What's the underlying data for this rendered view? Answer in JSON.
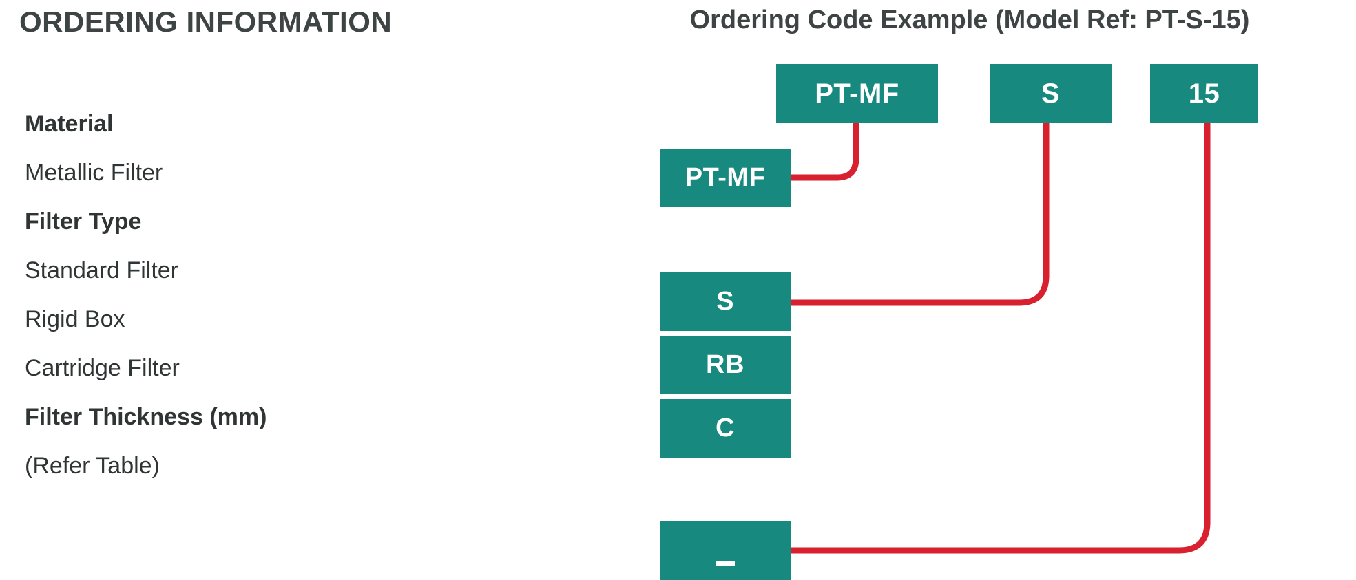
{
  "page": {
    "background_color": "#ffffff",
    "teal_color": "#17897F",
    "red_color": "#D9202F",
    "text_color": "#2F3434"
  },
  "left_panel": {
    "section_title": "ORDERING INFORMATION",
    "groups": [
      {
        "heading": "Material",
        "items": [
          "Metallic Filter"
        ]
      },
      {
        "heading": "Filter Type",
        "items": [
          "Standard  Filter",
          "Rigid Box",
          "Cartridge Filter"
        ]
      },
      {
        "heading": "Filter Thickness (mm)",
        "items": [
          "(Refer Table)"
        ]
      }
    ],
    "rows": [
      {
        "label": "Material",
        "kind": "head"
      },
      {
        "label": "Metallic Filter",
        "kind": "item"
      },
      {
        "label": "Filter Type",
        "kind": "head"
      },
      {
        "label": "Standard  Filter",
        "kind": "item"
      },
      {
        "label": "Rigid Box",
        "kind": "item"
      },
      {
        "label": "Cartridge Filter",
        "kind": "item"
      },
      {
        "label": "Filter Thickness (mm)",
        "kind": "head"
      },
      {
        "label": "(Refer Table)",
        "kind": "item"
      }
    ]
  },
  "right_panel": {
    "title": "Ordering Code Example (Model  Ref: PT-S-15)",
    "code_segments": [
      {
        "id": "material",
        "label": "PT-MF"
      },
      {
        "id": "type",
        "label": "S"
      },
      {
        "id": "thickness",
        "label": "15"
      }
    ],
    "option_boxes": [
      {
        "id": "ptmf",
        "label": "PT-MF",
        "group": "material"
      },
      {
        "id": "s",
        "label": "S",
        "group": "filter-type"
      },
      {
        "id": "rb",
        "label": "RB",
        "group": "filter-type"
      },
      {
        "id": "c",
        "label": "C",
        "group": "filter-type"
      },
      {
        "id": "dash",
        "label": "–",
        "group": "thickness"
      }
    ]
  }
}
